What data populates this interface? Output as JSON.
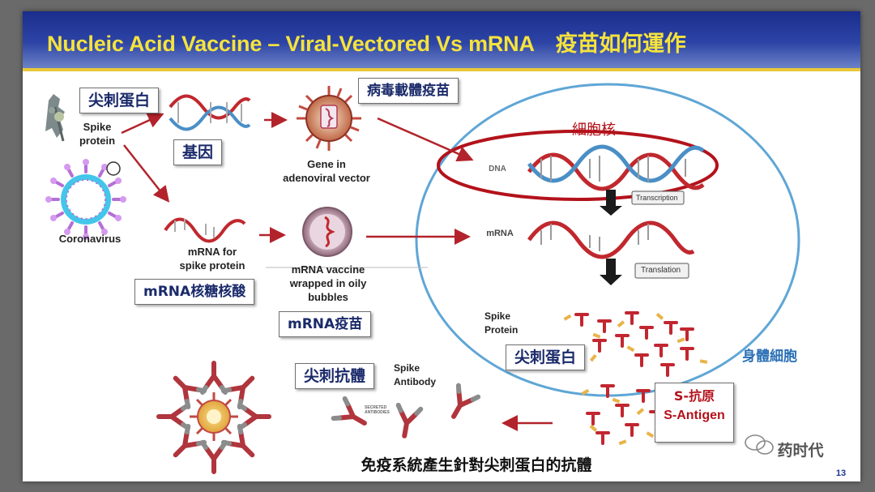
{
  "title": {
    "en": "Nucleic Acid Vaccine – Viral-Vectored Vs mRNA",
    "zh": "疫苗如何運作"
  },
  "labels": {
    "spike_protein_tag": "尖刺蛋白",
    "spike_protein": "Spike\nprotein",
    "coronavirus": "Coronavirus",
    "gene_tag": "基因",
    "gene_in_vector": "Gene in\nadenoviral vector",
    "viral_vector_vaccine_tag": "病毒載體疫苗",
    "mrna_for_spike": "mRNA for\nspike protein",
    "mrna_nucleotide_tag": "mRNA核糖核酸",
    "mrna_vaccine_wrapped": "mRNA vaccine\nwrapped in oily\nbubbles",
    "mrna_vaccine_tag": "mRNA疫苗",
    "nucleus_label": "細胞核",
    "dna": "DNA",
    "transcription": "Transcription",
    "mrna": "mRNA",
    "translation": "Translation",
    "spike_protein_cell": "Spike\nProtein",
    "spike_protein_cell_tag": "尖刺蛋白",
    "body_cell": "身體細胞",
    "spike_antibody_tag": "尖刺抗體",
    "spike_antibody": "Spike\nAntibody",
    "secreted_antibodies": "SECRETED\nANTIBODIES",
    "s_antigen_zh": "S-抗原",
    "s_antigen_en": "S-Antigen",
    "footer_caption": "免疫系統產生針對尖刺蛋白的抗體",
    "watermark": "药时代",
    "page_number": "13"
  },
  "colors": {
    "header": "#1f3593",
    "title_text": "#f5e33c",
    "arrow": "#b3232b",
    "cell_outline": "#5fa6d6",
    "nucleus_outline": "#b3121b",
    "tag_text": "#1a2a6a",
    "body_cell_text": "#2a6fb5"
  }
}
